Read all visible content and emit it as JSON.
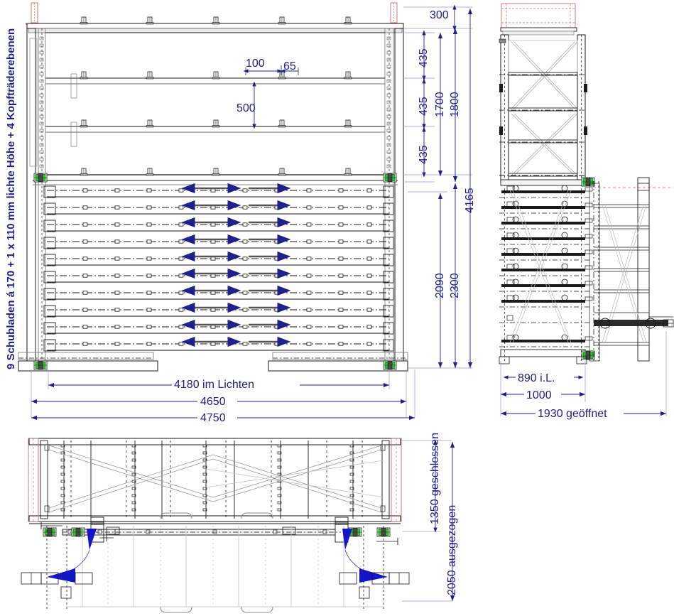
{
  "drawing": {
    "title_vertical_left": "9 Schubladen á 170 + 1 x 110 mm lichte Höhe + 4 Kopfträderebenen",
    "colors": {
      "dimension_blue": "#20208c",
      "line_black": "#1a1a1a",
      "line_gray": "#808080",
      "accent_red": "#c86e6e",
      "accent_green": "#00a000",
      "arrow_blue": "#1414c8",
      "background": "#ffffff"
    }
  },
  "front_view": {
    "name": "front-elevation",
    "shelf_levels": 4,
    "drawer_levels": 10,
    "supports_per_shelf": 9,
    "vertical_dims": [
      {
        "value": "300",
        "kind": "gap"
      },
      {
        "value": "435",
        "kind": "shelf-pitch"
      },
      {
        "value": "435",
        "kind": "shelf-pitch"
      },
      {
        "value": "435",
        "kind": "shelf-pitch"
      },
      {
        "value": "1700",
        "kind": "chain"
      },
      {
        "value": "1800",
        "kind": "chain"
      },
      {
        "value": "2090",
        "kind": "chain"
      },
      {
        "value": "2300",
        "kind": "chain"
      },
      {
        "value": "4165",
        "kind": "overall"
      }
    ],
    "detail_dims": [
      {
        "value": "100"
      },
      {
        "value": "65"
      },
      {
        "value": "500"
      }
    ],
    "horizontal_dims": [
      {
        "value": "4180 im Lichten"
      },
      {
        "value": "4650"
      },
      {
        "value": "4750"
      }
    ]
  },
  "side_view": {
    "name": "side-elevation",
    "drawer_levels": 10,
    "horizontal_dims": [
      {
        "value": "890 i.L."
      },
      {
        "value": "1000"
      },
      {
        "value": "1930 geöffnet"
      }
    ]
  },
  "plan_view": {
    "name": "plan-section",
    "vertical_dims": [
      {
        "value": "1350 geschlossen"
      },
      {
        "value": "2050 ausgezogen"
      }
    ],
    "swing_arrows": 4
  }
}
